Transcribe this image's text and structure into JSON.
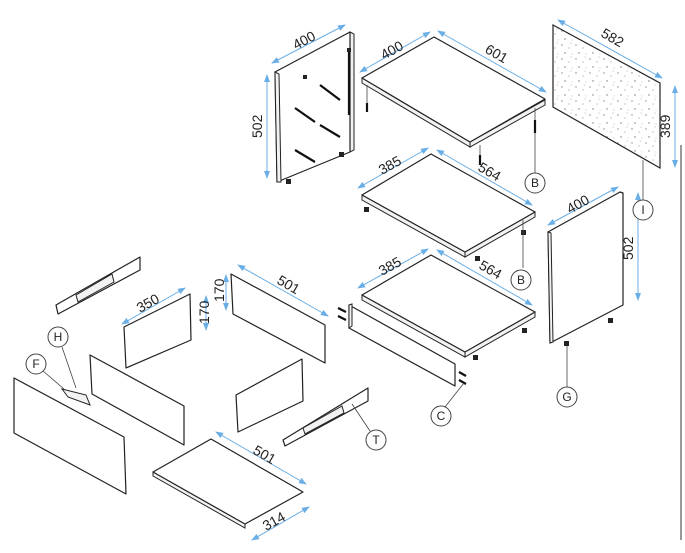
{
  "dimensions": {
    "left_side_width": "400",
    "left_side_height": "502",
    "top_depth": "400",
    "top_width": "601",
    "back_width": "582",
    "back_height": "389",
    "shelf1_depth": "385",
    "shelf1_width": "564",
    "shelf2_depth": "385",
    "shelf2_width": "564",
    "right_side_width": "400",
    "right_side_height": "502",
    "drawer_side_length": "350",
    "drawer_side_height": "170",
    "drawer_back_height": "170",
    "drawer_back_length": "501",
    "drawer_bottom_length": "501",
    "drawer_bottom_depth": "314"
  },
  "callouts": {
    "b1": "B",
    "b2": "B",
    "i": "I",
    "g": "G",
    "c": "C",
    "t": "T",
    "h": "H",
    "f": "F"
  },
  "colors": {
    "dimension": "#6aaee6",
    "line": "#222222"
  }
}
